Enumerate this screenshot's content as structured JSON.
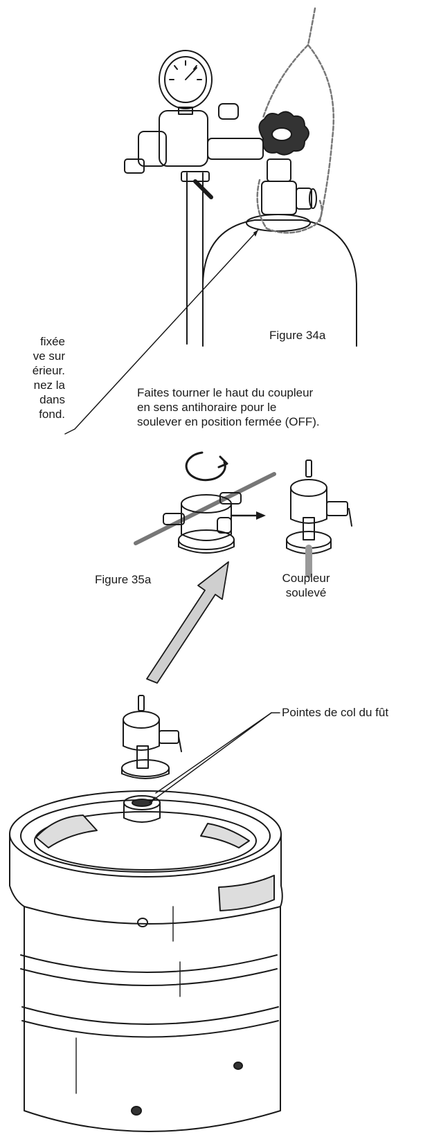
{
  "labels": {
    "chain_note": "fixée\nve sur\nérieur.\nnez la\ndans\nfond.",
    "fig34": "Figure 34a",
    "instruction": "Faites tourner le haut du coupleur\nen sens antihoraire pour le\nsoulever en position fermée (OFF).",
    "fig35": "Figure 35a",
    "coupler_raised": "Coupleur\nsoulevé",
    "keg_neck_points": "Pointes de col du fût"
  },
  "colors": {
    "line": "#1a1a1a",
    "arrow_fill": "#cfcfcf",
    "rod": "#888888"
  }
}
